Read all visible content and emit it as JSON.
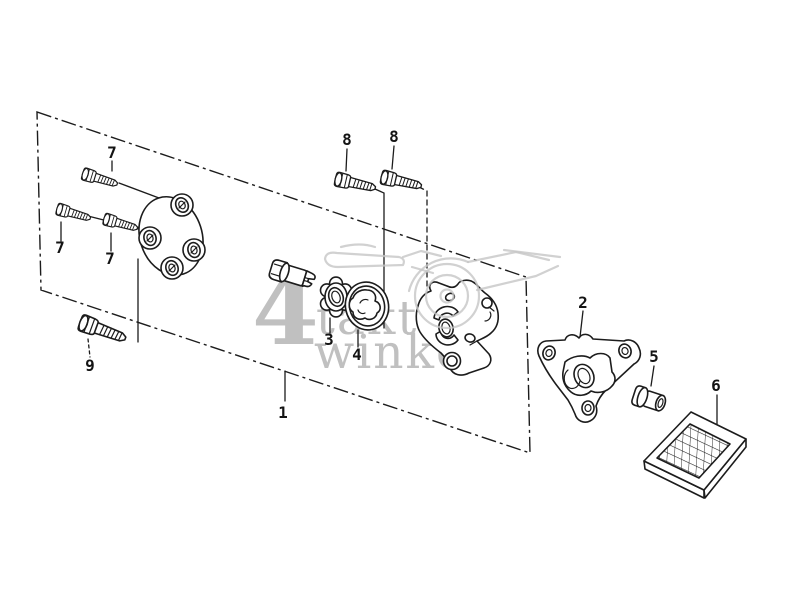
{
  "colors": {
    "background": "#ffffff",
    "line_ink": "#1c1c1c",
    "watermark_text": "#c0c0c0",
    "watermark_sketch": "#c6c6c6"
  },
  "watermark": {
    "big_char": "4",
    "word_top": "takt",
    "word_bottom": "winkel"
  },
  "callouts": [
    "1",
    "2",
    "3",
    "4",
    "5",
    "6",
    "7",
    "7",
    "7",
    "8",
    "8",
    "9"
  ]
}
